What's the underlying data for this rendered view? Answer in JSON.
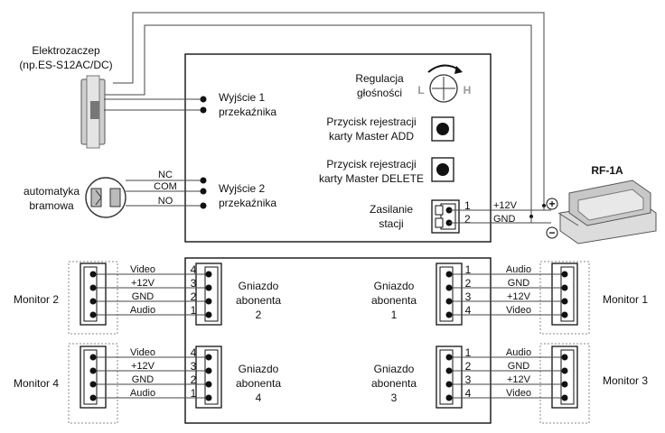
{
  "electric_strike": {
    "title": "Elektrozaczep",
    "model": "(np.ES-S12AC/DC)"
  },
  "gate_automation": {
    "line1": "automatyka",
    "line2": "bramowa"
  },
  "unit": {
    "relay1": {
      "line1": "Wyjście 1",
      "line2": "przekaźnika"
    },
    "relay2": {
      "line1": "Wyjście 2",
      "line2": "przekaźnika",
      "terminals": [
        "NC",
        "COM",
        "NO"
      ]
    },
    "volume": {
      "line1": "Regulacja",
      "line2": "głośności",
      "low": "L",
      "high": "H"
    },
    "master_add": {
      "line1": "Przycisk rejestracji",
      "line2": "karty Master ADD"
    },
    "master_delete": {
      "line1": "Przycisk rejestracji",
      "line2": "karty Master DELETE"
    },
    "power": {
      "line1": "Zasilanie",
      "line2": "stacji",
      "pins": [
        "1",
        "2"
      ],
      "signals": [
        "+12V",
        "GND"
      ]
    }
  },
  "psu": {
    "name": "RF-1A",
    "plus": "+",
    "minus": "−"
  },
  "sockets": {
    "s2": {
      "line1": "Gniazdo",
      "line2": "abonenta",
      "num": "2",
      "pins": [
        "4",
        "3",
        "2",
        "1"
      ],
      "signals": [
        "Video",
        "+12V",
        "GND",
        "Audio"
      ]
    },
    "s4": {
      "line1": "Gniazdo",
      "line2": "abonenta",
      "num": "4",
      "pins": [
        "4",
        "3",
        "2",
        "1"
      ],
      "signals": [
        "Video",
        "+12V",
        "GND",
        "Audio"
      ]
    },
    "s1": {
      "line1": "Gniazdo",
      "line2": "abonenta",
      "num": "1",
      "pins": [
        "1",
        "2",
        "3",
        "4"
      ],
      "signals": [
        "Audio",
        "GND",
        "+12V",
        "Video"
      ]
    },
    "s3": {
      "line1": "Gniazdo",
      "line2": "abonenta",
      "num": "3",
      "pins": [
        "1",
        "2",
        "3",
        "4"
      ],
      "signals": [
        "Audio",
        "GND",
        "+12V",
        "Video"
      ]
    }
  },
  "monitors": {
    "m1": "Monitor 1",
    "m2": "Monitor 2",
    "m3": "Monitor 3",
    "m4": "Monitor 4"
  }
}
